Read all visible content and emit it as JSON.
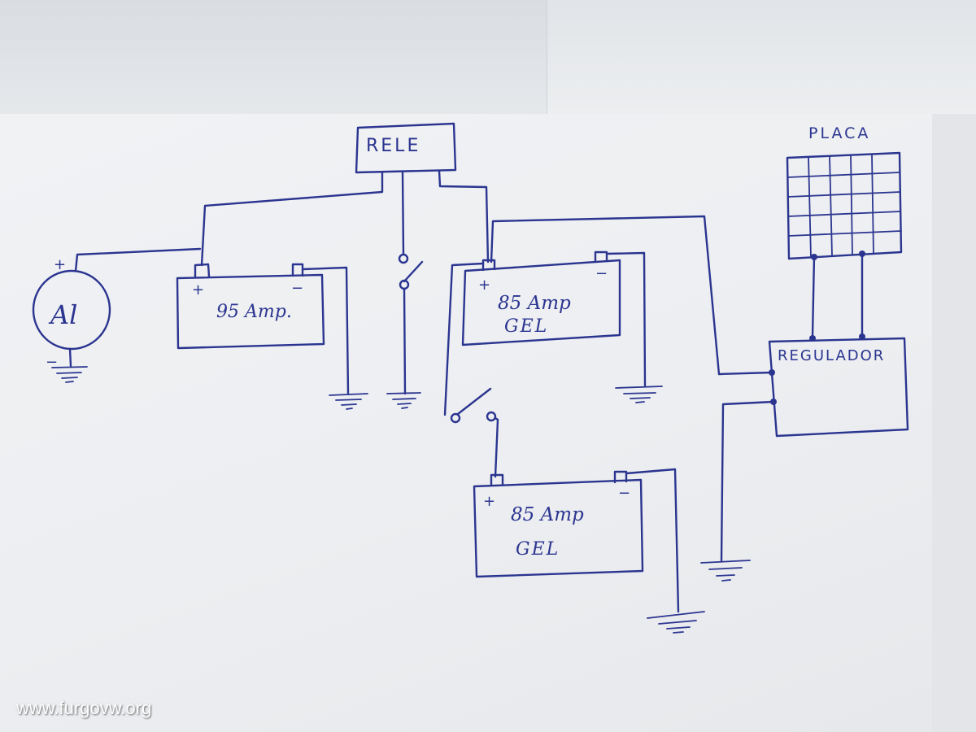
{
  "diagram": {
    "relay_label": "RELE",
    "panel_label": "PLACA",
    "alternator_label": "Al",
    "battery_main": {
      "capacity": "95 Amp.",
      "plus": "+",
      "minus": "−"
    },
    "battery_gel_1": {
      "capacity": "85 Amp",
      "type": "GEL",
      "plus": "+",
      "minus": "−"
    },
    "battery_gel_2": {
      "capacity": "85 Amp",
      "type": "GEL",
      "plus": "+",
      "minus": "−"
    },
    "regulator_label": "REGULADOR",
    "alternator_plus": "+",
    "alternator_minus": "−"
  },
  "watermark": "www.furgovw.org",
  "colors": {
    "ink": "#2b3590",
    "paper": "#eef0f2"
  }
}
